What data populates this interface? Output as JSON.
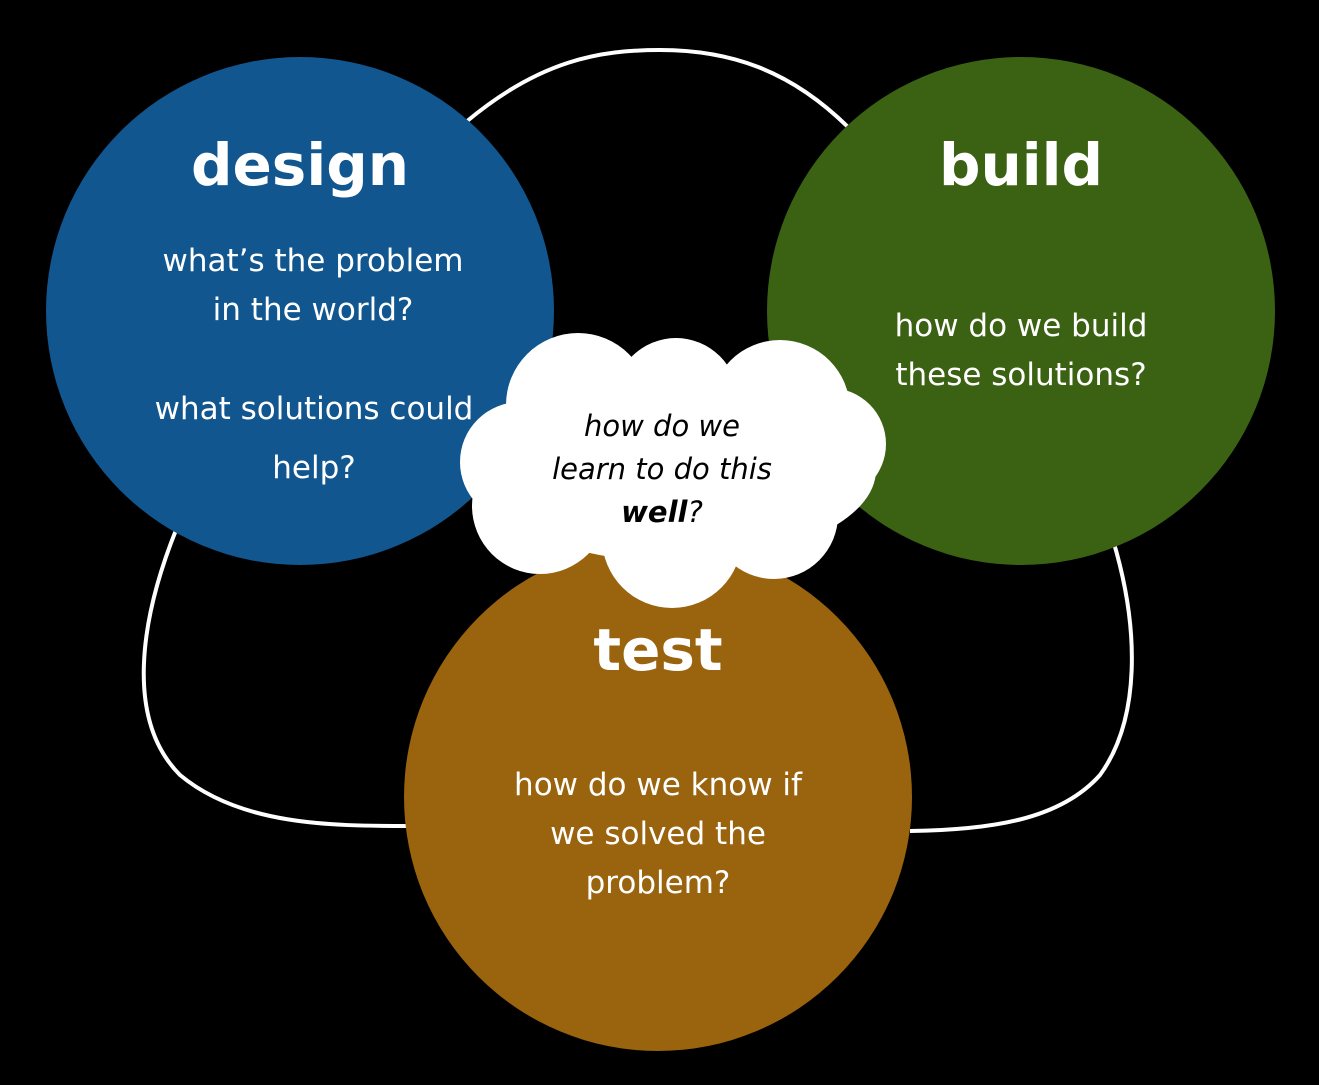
{
  "colors": {
    "background": "#000000",
    "design": "#11568f",
    "build": "#3b6213",
    "test": "#9a630e",
    "cloud": "#ffffff",
    "loop": "#ffffff"
  },
  "design": {
    "title": "design",
    "line1": "what’s  the problem",
    "line2": "in the world?",
    "line3": "what solutions could",
    "line4": "help?"
  },
  "build": {
    "title": "build",
    "line1": "how do we build",
    "line2": "these solutions?"
  },
  "test": {
    "title": "test",
    "line1": "how do we know if",
    "line2": "we solved the",
    "line3": "problem?"
  },
  "center": {
    "line1": "how do we",
    "line2": "learn to do this",
    "emphasis": "well",
    "suffix": "?"
  }
}
